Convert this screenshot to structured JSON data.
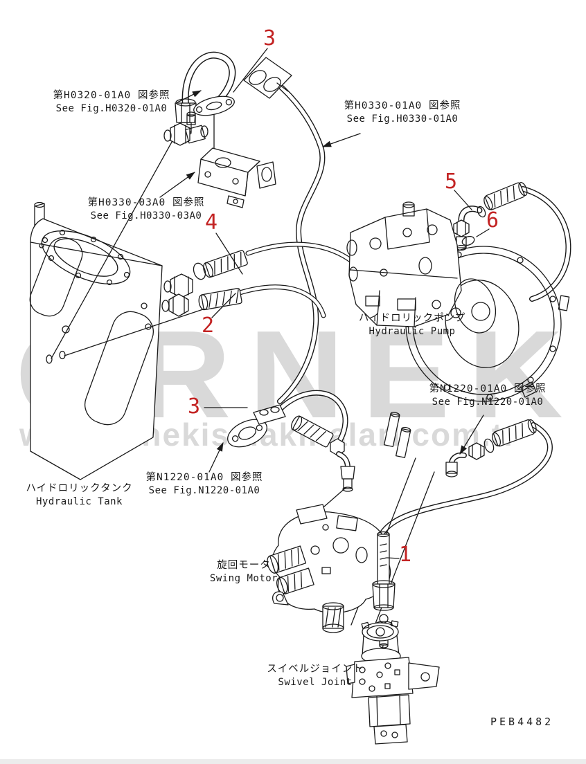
{
  "colors": {
    "page_bg": "#ffffff",
    "line": "#1a1a1a",
    "callout_red": "#c32424",
    "watermark_gray": "#d9d9d9",
    "watermark_yellow": "#f5e5a8"
  },
  "watermark": {
    "brand": "ORNEK",
    "url": "www.ornekismakinalari.com.tr"
  },
  "figure_refs": {
    "h0320_01a0": {
      "jp": "第H0320-01A0 図参照",
      "en": "See Fig.H0320-01A0"
    },
    "h0330_01a0": {
      "jp": "第H0330-01A0 図参照",
      "en": "See Fig.H0330-01A0"
    },
    "h0330_03a0": {
      "jp": "第H0330-03A0 図参照",
      "en": "See Fig.H0330-03A0"
    },
    "n1220_01a0_right": {
      "jp": "第N1220-01A0 図参照",
      "en": "See Fig.N1220-01A0"
    },
    "n1220_01a0_left": {
      "jp": "第N1220-01A0 図参照",
      "en": "See Fig.N1220-01A0"
    }
  },
  "components": {
    "hydraulic_pump": {
      "jp": "ハイドロリックポンプ",
      "en": "Hydraulic Pump"
    },
    "hydraulic_tank": {
      "jp": "ハイドロリックタンク",
      "en": "Hydraulic Tank"
    },
    "swing_motor": {
      "jp": "旋回モータ",
      "en": "Swing Motor"
    },
    "swivel_joint": {
      "jp": "スイベルジョイント",
      "en": "Swivel Joint"
    }
  },
  "callouts": {
    "c1": "1",
    "c2": "2",
    "c3_top": "3",
    "c3_mid": "3",
    "c4": "4",
    "c5": "5",
    "c6": "6"
  },
  "drawing_number": "PEB4482"
}
